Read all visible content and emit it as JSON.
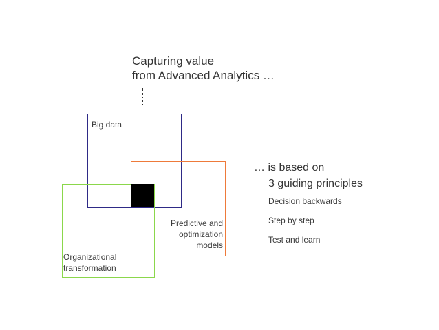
{
  "heading": {
    "line1": "Capturing value",
    "line2": "from Advanced Analytics …"
  },
  "diagram": {
    "boxes": [
      {
        "label_lines": [
          "Big data"
        ],
        "color": "#2e2a86"
      },
      {
        "label_lines": [
          "Predictive and",
          "optimization",
          "models"
        ],
        "color": "#ee7a3a"
      },
      {
        "label_lines": [
          "Organizational",
          "transformation"
        ],
        "color": "#8bd74b"
      }
    ],
    "overlap_color": "#000000"
  },
  "principles": {
    "heading_line1": "… is based on",
    "heading_line2": "3 guiding principles",
    "items": [
      "Decision backwards",
      "Step by step",
      "Test and learn"
    ]
  }
}
